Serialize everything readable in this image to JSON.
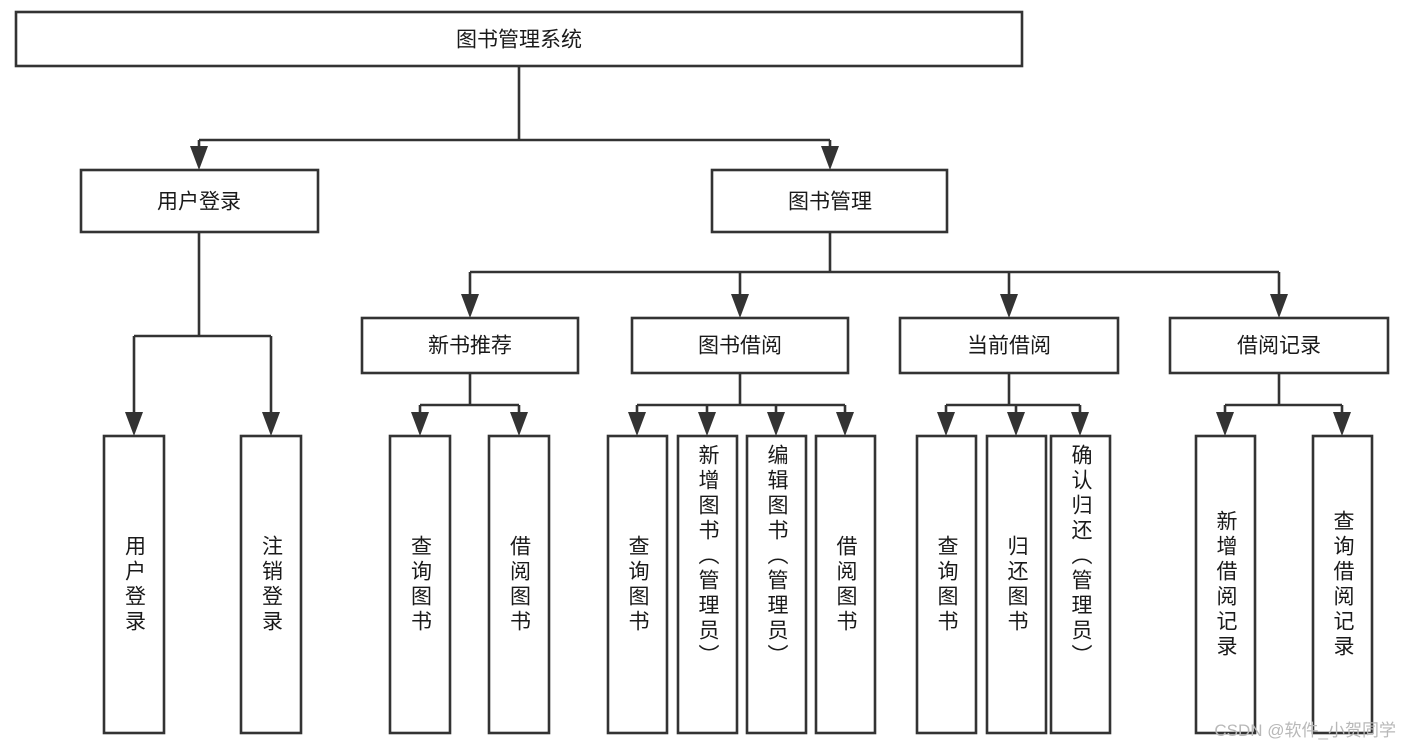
{
  "diagram": {
    "type": "hierarchy-tree",
    "title": "图书管理系统",
    "orientation": "top-down",
    "colors": {
      "box_stroke": "#333333",
      "box_fill": "#ffffff",
      "text": "#1a1a1a",
      "background": "#ffffff",
      "watermark": "#b8b8b8"
    },
    "root": {
      "label": "图书管理系统"
    },
    "level1": [
      {
        "label": "用户登录"
      },
      {
        "label": "图书管理"
      }
    ],
    "level2": [
      {
        "label": "新书推荐"
      },
      {
        "label": "图书借阅"
      },
      {
        "label": "当前借阅"
      },
      {
        "label": "借阅记录"
      }
    ],
    "leaves": {
      "user_login": [
        {
          "label": "用户登录"
        },
        {
          "label": "注销登录"
        }
      ],
      "new_book_recommend": [
        {
          "label": "查询图书"
        },
        {
          "label": "借阅图书"
        }
      ],
      "book_borrow": [
        {
          "label": "查询图书"
        },
        {
          "label": "新增图书（管理员）"
        },
        {
          "label": "编辑图书（管理员）"
        },
        {
          "label": "借阅图书"
        }
      ],
      "current_borrow": [
        {
          "label": "查询图书"
        },
        {
          "label": "归还图书"
        },
        {
          "label": "确认归还（管理员）"
        }
      ],
      "borrow_record": [
        {
          "label": "新增借阅记录"
        },
        {
          "label": "查询借阅记录"
        }
      ]
    }
  },
  "watermark": {
    "text": "CSDN @软件_小贺同学"
  }
}
